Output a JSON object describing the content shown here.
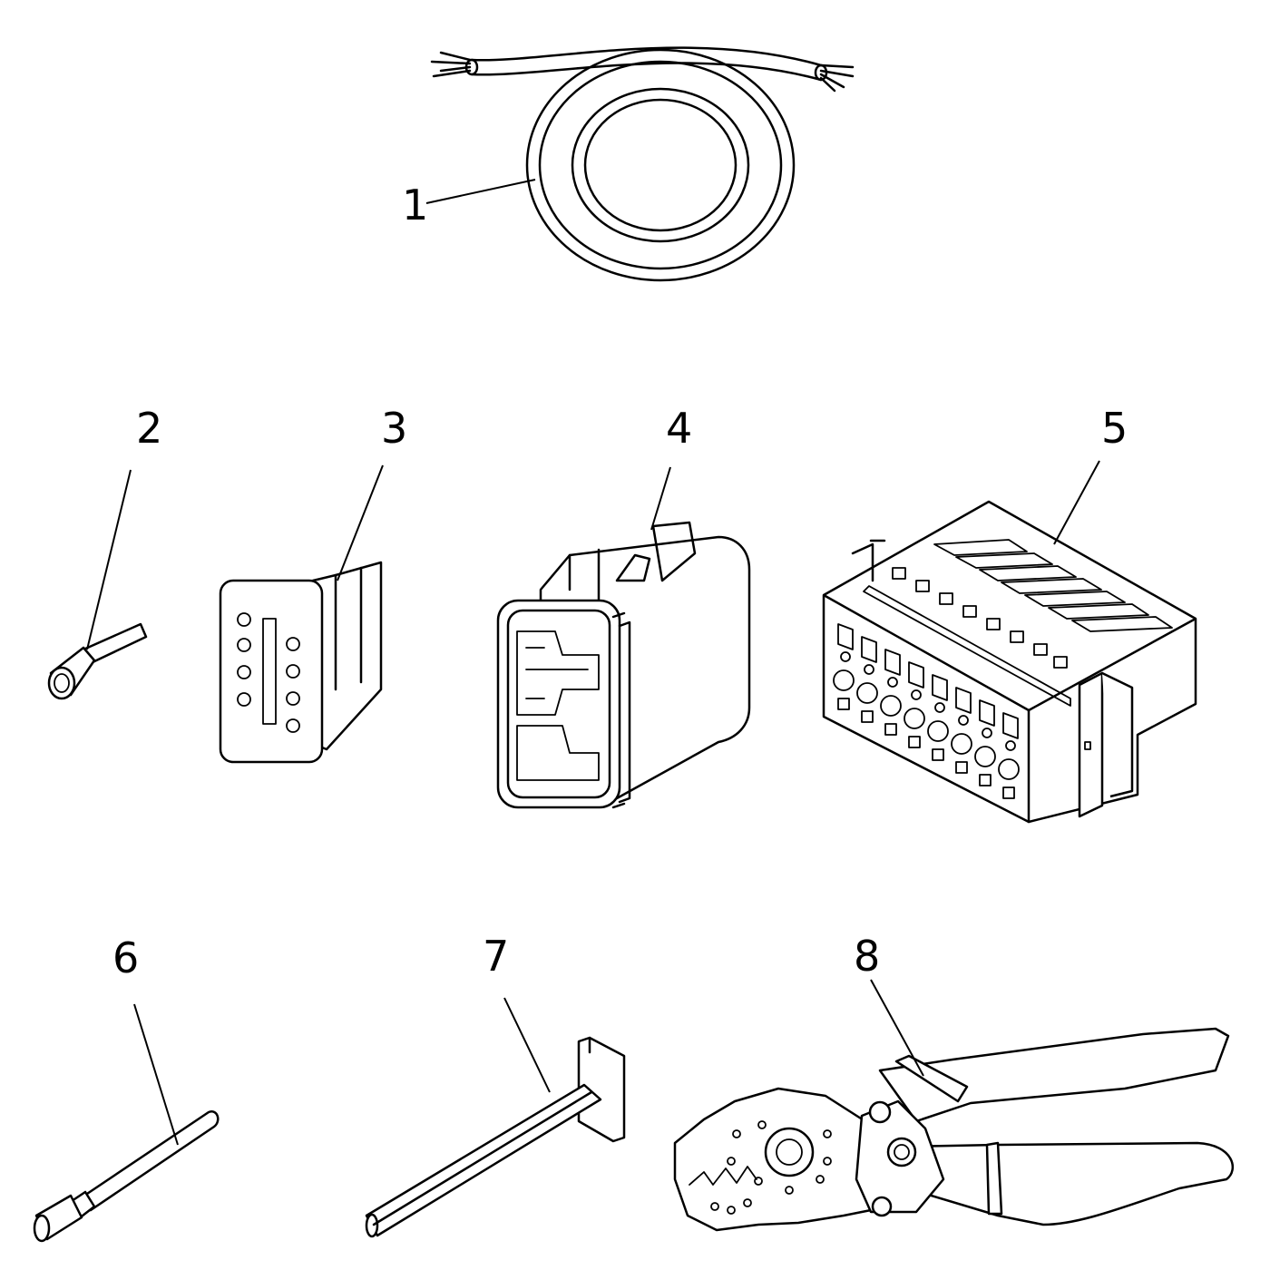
{
  "parts": [
    {
      "id": "1",
      "name": "cable-coil"
    },
    {
      "id": "2",
      "name": "wire-end-ferrule"
    },
    {
      "id": "3",
      "name": "wedge-lock"
    },
    {
      "id": "4",
      "name": "connector-housing"
    },
    {
      "id": "5",
      "name": "multi-pin-connector-block"
    },
    {
      "id": "6",
      "name": "contact-pin"
    },
    {
      "id": "7",
      "name": "removal-tool"
    },
    {
      "id": "8",
      "name": "crimping-pliers"
    }
  ],
  "colors": {
    "line": "#000000",
    "background": "#ffffff"
  }
}
